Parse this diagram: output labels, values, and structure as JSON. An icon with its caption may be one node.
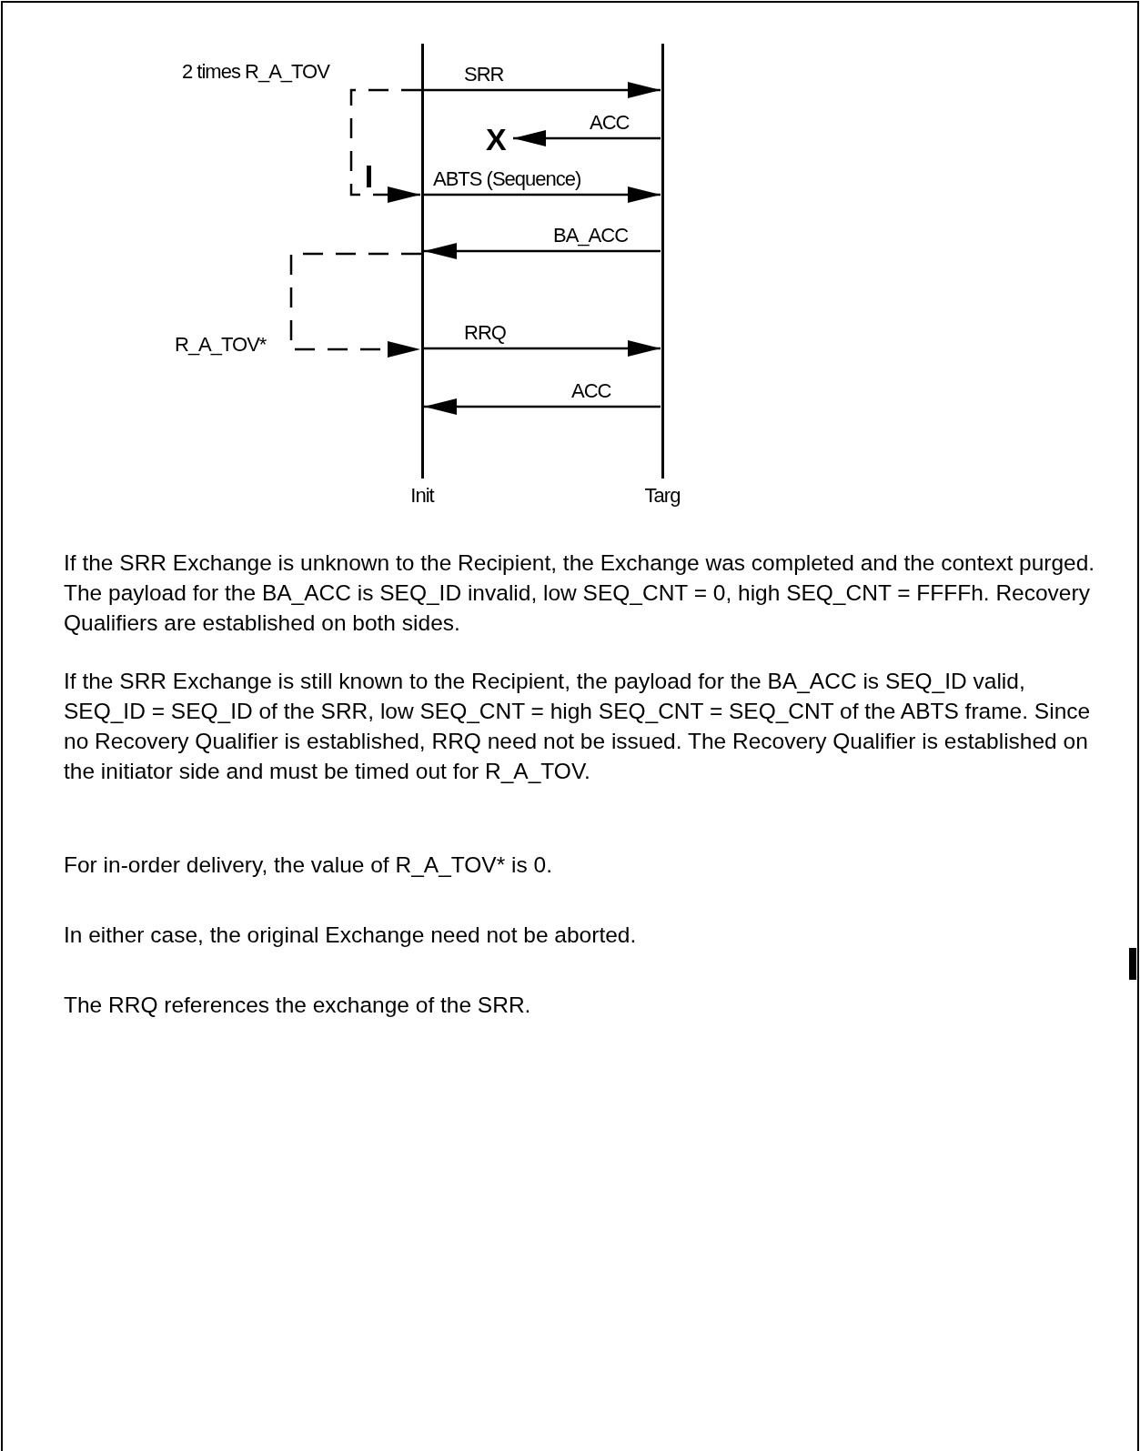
{
  "diagram": {
    "nodes": [
      {
        "text": [
          "Init"
        ]
      },
      {
        "text": [
          "Targ"
        ]
      },
      {
        "text": [
          "X"
        ]
      }
    ],
    "edges": [
      {
        "from": 0,
        "to": 1,
        "arrow": "to",
        "label": "SRR"
      },
      {
        "from": 1,
        "to": 2,
        "arrow": "to",
        "label": "ACC"
      },
      {
        "from": 0,
        "to": 0,
        "arrow": "to",
        "style": "dashed",
        "label": "2 times R_A_TOV"
      },
      {
        "from": 0,
        "to": 1,
        "arrow": "to",
        "label": "ABTS (Sequence)"
      },
      {
        "from": 1,
        "to": 0,
        "arrow": "to",
        "label": "BA_ACC"
      },
      {
        "from": 0,
        "to": 0,
        "arrow": "to",
        "style": "dashed",
        "label": "R_A_TOV*"
      },
      {
        "from": 0,
        "to": 1,
        "arrow": "to",
        "label": "RRQ"
      },
      {
        "from": 1,
        "to": 0,
        "arrow": "to",
        "label": "ACC"
      }
    ],
    "labels": [
      "If the SRR Exchange is unknown to the Recipient, the Exchange was completed and the context purged. The payload for the BA_ACC is SEQ_ID invalid, low SEQ_CNT = 0, high SEQ_CNT = FFFFh. Recovery Qualifiers are established on both sides.",
      "If the SRR Exchange is still known to the Recipient, the payload for the BA_ACC is SEQ_ID valid, SEQ_ID = SEQ_ID of the SRR, low SEQ_CNT = high SEQ_CNT = SEQ_CNT of the ABTS frame. Since no Recovery Qualifier is established, RRQ need not be issued. The Recovery Qualifier is established on the initiator side and must be timed out for R_A_TOV.",
      "For in-order delivery, the value of R_A_TOV* is 0.",
      "In either case, the original Exchange need not be aborted.",
      "The RRQ references the exchange of the SRR."
    ]
  }
}
